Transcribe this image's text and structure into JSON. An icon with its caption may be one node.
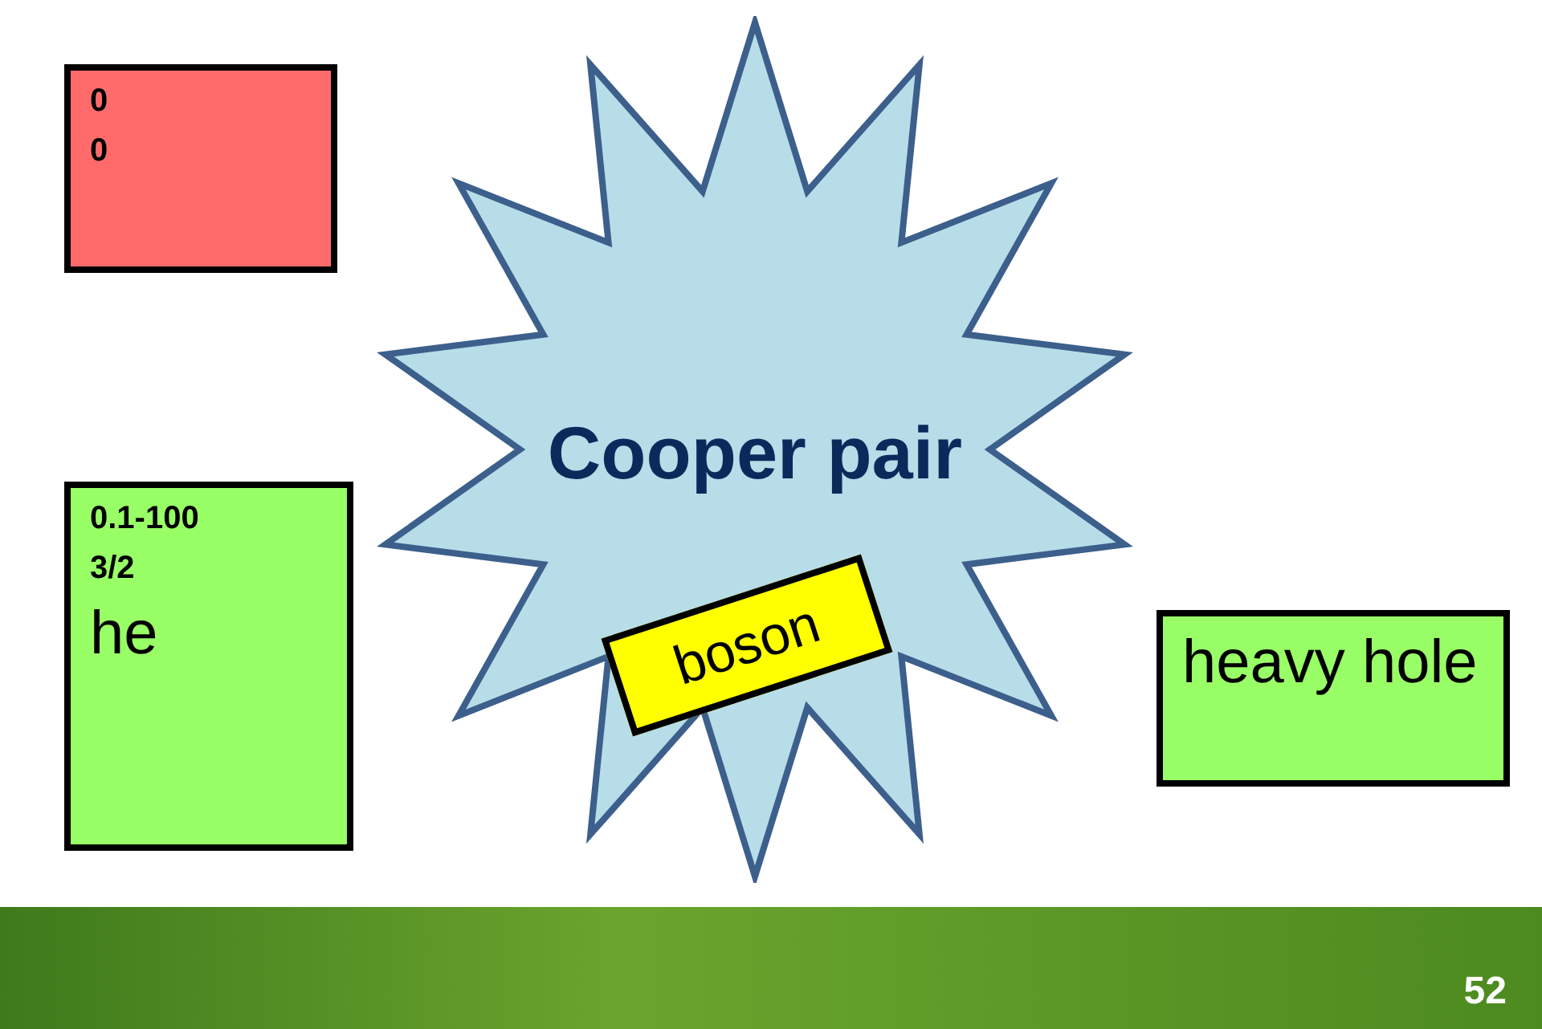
{
  "diagram": {
    "nodes": [
      {
        "text": [
          "0",
          "0"
        ]
      },
      {
        "text": [
          "0.1-100",
          "3/2",
          "he"
        ]
      },
      {
        "text": [
          "heavy hole"
        ]
      },
      {
        "text": [
          "Cooper pair"
        ]
      },
      {
        "text": [
          "boson"
        ],
        "in": 3
      }
    ],
    "labels": [
      "52"
    ]
  }
}
